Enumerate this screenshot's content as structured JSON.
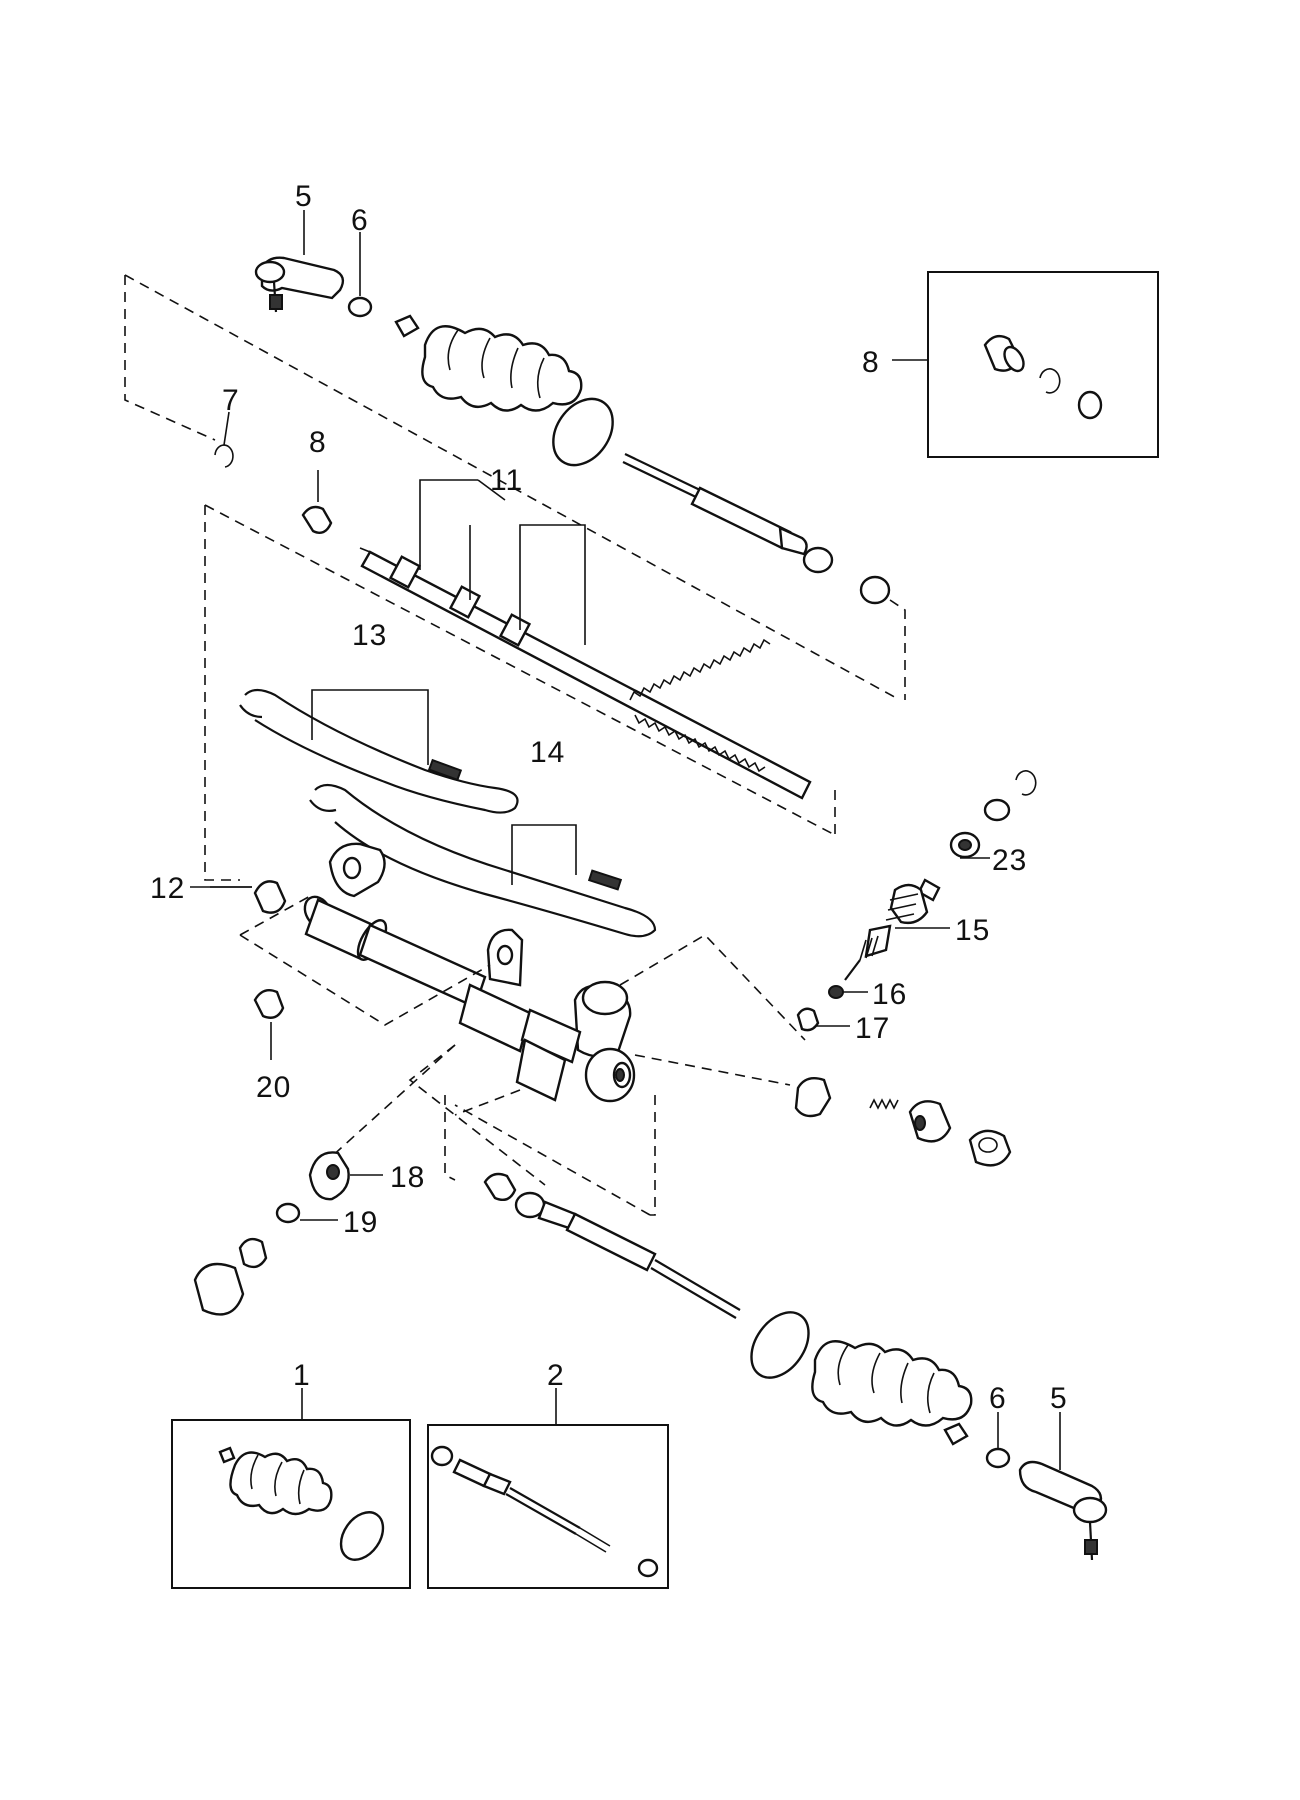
{
  "callouts": {
    "c1": "1",
    "c2": "2",
    "c5_top": "5",
    "c5_bottom": "5",
    "c6_top": "6",
    "c6_bottom": "6",
    "c7": "7",
    "c8_left": "8",
    "c8_box": "8",
    "c11": "11",
    "c12": "12",
    "c13": "13",
    "c14": "14",
    "c15": "15",
    "c16": "16",
    "c17": "17",
    "c18": "18",
    "c19": "19",
    "c20": "20",
    "c23": "23"
  }
}
